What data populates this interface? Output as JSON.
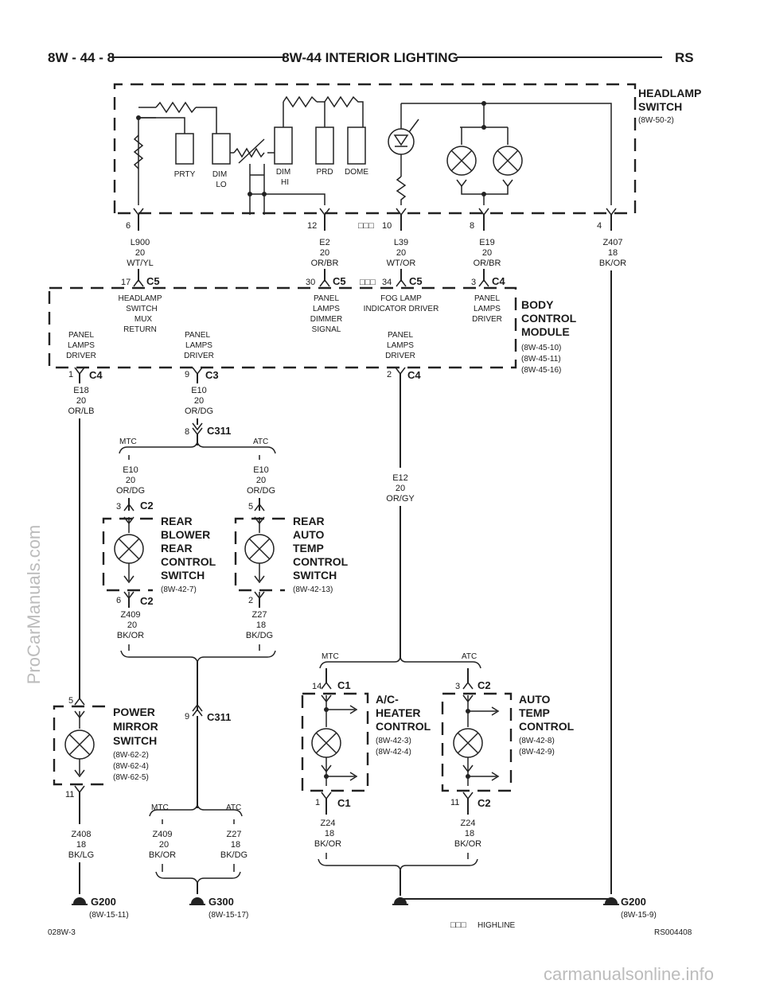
{
  "header": {
    "left": "8W - 44 - 8",
    "title": "8W-44 INTERIOR LIGHTING",
    "right": "RS"
  },
  "headlamp_switch": {
    "lines": [
      "HEADLAMP",
      "SWITCH"
    ],
    "ref": "(8W-50-2)",
    "labels": {
      "prty": "PRTY",
      "dim_lo": [
        "DIM",
        "LO"
      ],
      "dim_hi": [
        "DIM",
        "HI"
      ],
      "prd": "PRD",
      "dome": "DOME"
    }
  },
  "switch_pins": [
    {
      "pin": "6",
      "wire": [
        "L900",
        "20",
        "WT/YL"
      ]
    },
    {
      "pin": "12",
      "wire": [
        "E2",
        "20",
        "OR/BR"
      ]
    },
    {
      "pin": "10",
      "wire": [
        "L39",
        "20",
        "WT/OR"
      ]
    },
    {
      "pin": "8",
      "wire": [
        "E19",
        "20",
        "OR/BR"
      ]
    },
    {
      "pin": "4",
      "wire": [
        "Z407",
        "18",
        "BK/OR"
      ]
    }
  ],
  "highline_mark": "□□□",
  "bcm": {
    "lines": [
      "BODY",
      "CONTROL",
      "MODULE"
    ],
    "refs": [
      "(8W-45-10)",
      "(8W-45-11)",
      "(8W-45-16)"
    ],
    "top_pins": [
      {
        "pin": "17",
        "conn": "C5",
        "desc": [
          "HEADLAMP",
          "SWITCH",
          "MUX",
          "RETURN"
        ]
      },
      {
        "pin": "30",
        "conn": "C5",
        "desc": [
          "PANEL",
          "LAMPS",
          "DIMMER",
          "SIGNAL"
        ]
      },
      {
        "pin": "34",
        "conn": "C5",
        "desc": [
          "FOG LAMP",
          "INDICATOR DRIVER"
        ]
      },
      {
        "pin": "3",
        "conn": "C4",
        "desc": [
          "PANEL",
          "LAMPS",
          "DRIVER"
        ]
      }
    ],
    "bottom_pins": [
      {
        "pin": "1",
        "conn": "C4",
        "desc": [
          "PANEL",
          "LAMPS",
          "DRIVER"
        ],
        "wire": [
          "E18",
          "20",
          "OR/LB"
        ]
      },
      {
        "pin": "9",
        "conn": "C3",
        "desc": [
          "PANEL",
          "LAMPS",
          "DRIVER"
        ],
        "wire": [
          "E10",
          "20",
          "OR/DG"
        ]
      },
      {
        "pin": "2",
        "conn": "C4",
        "desc": [
          "PANEL",
          "LAMPS",
          "DRIVER"
        ],
        "wire": [
          "E12",
          "20",
          "OR/GY"
        ]
      }
    ]
  },
  "splice_c311_top": {
    "pin": "8",
    "conn": "C311"
  },
  "mtc": "MTC",
  "atc": "ATC",
  "e10_branch": [
    "E10",
    "20",
    "OR/DG"
  ],
  "rear_blower": {
    "lines": [
      "REAR",
      "BLOWER",
      "REAR",
      "CONTROL",
      "SWITCH"
    ],
    "ref": "(8W-42-7)",
    "top_pin": "3",
    "top_conn": "C2",
    "bot_pin": "6",
    "bot_conn": "C2",
    "wire": [
      "Z409",
      "20",
      "BK/OR"
    ]
  },
  "rear_auto": {
    "lines": [
      "REAR",
      "AUTO",
      "TEMP",
      "CONTROL",
      "SWITCH"
    ],
    "ref": "(8W-42-13)",
    "top_pin": "5",
    "bot_pin": "2",
    "wire": [
      "Z27",
      "18",
      "BK/DG"
    ]
  },
  "splice_c311_bot": {
    "pin": "9",
    "conn": "C311"
  },
  "power_mirror": {
    "lines": [
      "POWER",
      "MIRROR",
      "SWITCH"
    ],
    "refs": [
      "(8W-62-2)",
      "(8W-62-4)",
      "(8W-62-5)"
    ],
    "top_pin": "5",
    "bot_pin": "11",
    "wire": [
      "Z408",
      "18",
      "BK/LG"
    ]
  },
  "ac_heater": {
    "lines": [
      "A/C-",
      "HEATER",
      "CONTROL"
    ],
    "refs": [
      "(8W-42-3)",
      "(8W-42-4)"
    ],
    "top_pin": "14",
    "top_conn": "C1",
    "bot_pin": "1",
    "bot_conn": "C1",
    "wire": [
      "Z24",
      "18",
      "BK/OR"
    ]
  },
  "auto_temp": {
    "lines": [
      "AUTO",
      "TEMP",
      "CONTROL"
    ],
    "refs": [
      "(8W-42-8)",
      "(8W-42-9)"
    ],
    "top_pin": "3",
    "top_conn": "C2",
    "bot_pin": "11",
    "bot_conn": "C2",
    "wire": [
      "Z24",
      "18",
      "BK/OR"
    ]
  },
  "g300_wires": {
    "left": [
      "Z409",
      "20",
      "BK/OR"
    ],
    "right": [
      "Z27",
      "18",
      "BK/DG"
    ]
  },
  "grounds": [
    {
      "name": "G200",
      "ref": "(8W-15-11)"
    },
    {
      "name": "G300",
      "ref": "(8W-15-17)"
    },
    {
      "name": "G200",
      "ref": "(8W-15-9)"
    }
  ],
  "footer": {
    "left": "028W-3",
    "center": "HIGHLINE",
    "right": "RS004408"
  },
  "watermarks": {
    "side": "ProCarManuals.com",
    "bottom": "carmanualsonline.info"
  }
}
